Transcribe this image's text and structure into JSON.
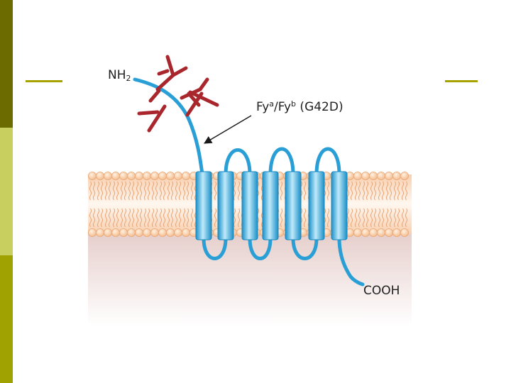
{
  "slide": {
    "sidebar_colors": [
      "#6b6b00",
      "#c9cf5e",
      "#9fa200"
    ],
    "accent_line_color": "#a6a300"
  },
  "diagram": {
    "n_terminus": {
      "text": "NH",
      "sub": "2"
    },
    "variant_label": {
      "part1": "Fy",
      "sup1": "a",
      "part2": "/Fy",
      "sup2": "b",
      "part3": " (G42D)"
    },
    "c_terminus": "COOH",
    "colors": {
      "protein": "#2a9fd6",
      "helix_fill_light": "#d4f0fb",
      "helix_fill_dark": "#2a9fd6",
      "glycan": "#a8262c",
      "lipid_head": "#f7c699",
      "membrane_core": "#fdeedd",
      "cytoplasm_top": "#e8d2cf",
      "arrow": "#1a1a1a"
    },
    "transmembrane_helices": 7,
    "glycosylation_sites": 2
  }
}
